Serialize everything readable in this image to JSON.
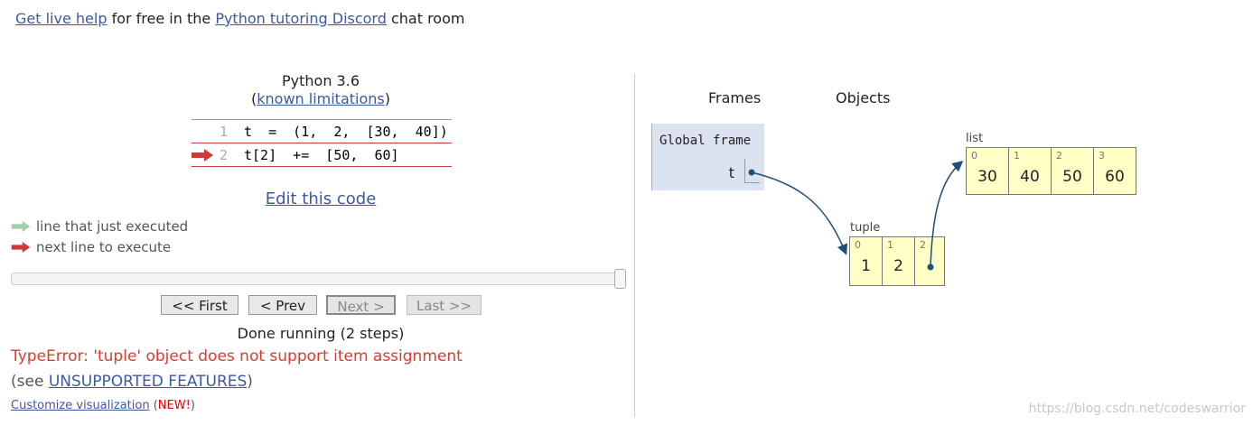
{
  "header": {
    "live_help_link": "Get live help",
    "text_1": " for free in the ",
    "discord_link": "Python tutoring Discord",
    "text_2": " chat room"
  },
  "editor": {
    "language": "Python 3.6",
    "paren_open": "(",
    "limitations_link": "known limitations",
    "paren_close": ")",
    "lines": [
      {
        "num": "1",
        "code": "t  =  (1,  2,  [30,  40])"
      },
      {
        "num": "2",
        "code": "t[2]  +=  [50,  60]"
      }
    ],
    "edit_link": "Edit this code"
  },
  "legend": {
    "executed": "line that just executed",
    "next": "next line to execute"
  },
  "controls": {
    "slider_progress": 1.0,
    "first": "<< First",
    "prev": "< Prev",
    "next": "Next >",
    "last": "Last >>"
  },
  "status": {
    "done": "Done running (2 steps)",
    "error": "TypeError: 'tuple' object does not support item assignment",
    "see_open": "(see ",
    "unsupported_link": "UNSUPPORTED FEATURES",
    "see_close": ")",
    "customize_link": "Customize visualization",
    "new_open": " (",
    "new_badge": "NEW!",
    "new_close": ")"
  },
  "viz": {
    "frames_header": "Frames",
    "objects_header": "Objects",
    "global_frame": {
      "title": "Global frame",
      "var": "t"
    },
    "tuple": {
      "label": "tuple",
      "indices": [
        "0",
        "1",
        "2"
      ],
      "values": [
        "1",
        "2",
        ""
      ]
    },
    "list": {
      "label": "list",
      "indices": [
        "0",
        "1",
        "2",
        "3"
      ],
      "values": [
        "30",
        "40",
        "50",
        "60"
      ]
    }
  },
  "colors": {
    "link": "#3D58A2",
    "error": "#E0392B",
    "heap_cell": "#FFFFC6",
    "frame_bg": "#dbe3f0",
    "pointer": "#1F4E79",
    "arrow_next": "#D03939",
    "arrow_executed": "#9ED4A5"
  },
  "watermark": "https://blog.csdn.net/codeswarrior"
}
